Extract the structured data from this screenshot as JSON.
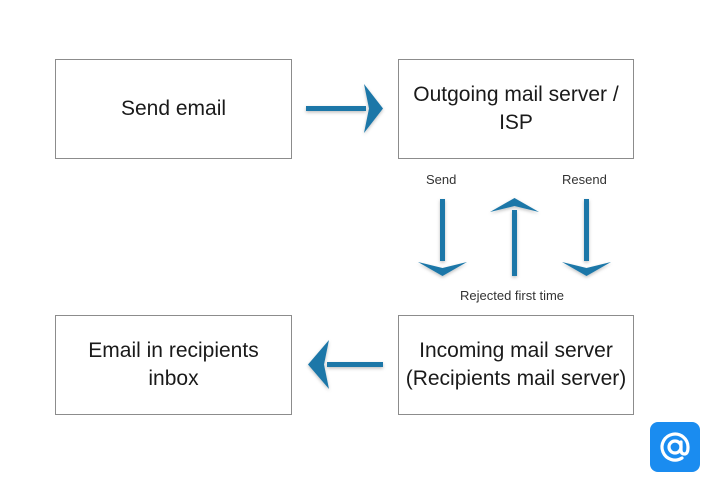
{
  "nodes": {
    "send_email": "Send email",
    "outgoing_server": "Outgoing mail server / ISP",
    "incoming_server": "Incoming mail server (Recipients mail server)",
    "inbox": "Email in recipients inbox"
  },
  "edge_labels": {
    "send": "Send",
    "resend": "Resend",
    "rejected": "Rejected first time"
  },
  "colors": {
    "arrow": "#1b77a8",
    "border": "#8c8c8c",
    "badge": "#1a8cf0"
  },
  "icons": {
    "badge": "at-sign-icon"
  }
}
